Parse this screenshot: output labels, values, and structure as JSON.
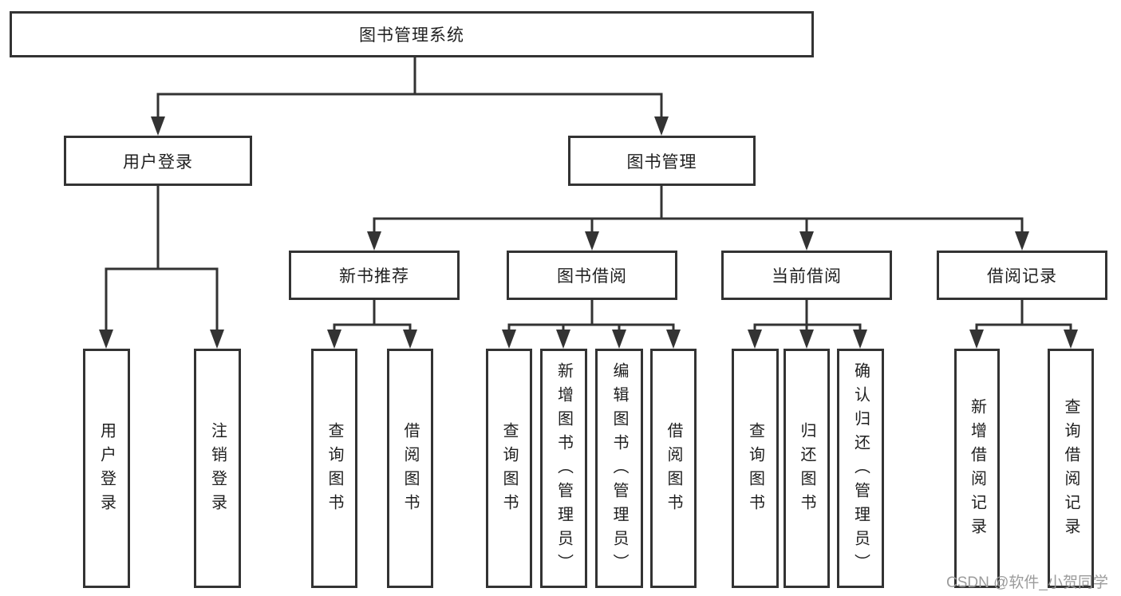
{
  "diagram": {
    "title": "图书管理系统",
    "branches": [
      {
        "label": "用户登录",
        "children": [
          "用户登录",
          "注销登录"
        ]
      },
      {
        "label": "图书管理",
        "sections": [
          {
            "label": "新书推荐",
            "children": [
              "查询图书",
              "借阅图书"
            ]
          },
          {
            "label": "图书借阅",
            "children": [
              "查询图书",
              "新增图书（管理员）",
              "编辑图书（管理员）",
              "借阅图书"
            ]
          },
          {
            "label": "当前借阅",
            "children": [
              "查询图书",
              "归还图书",
              "确认归还（管理员）"
            ]
          },
          {
            "label": "借阅记录",
            "children": [
              "新增借阅记录",
              "查询借阅记录"
            ]
          }
        ]
      }
    ]
  },
  "watermark": "CSDN @软件_小贺同学",
  "colors": {
    "line": "#333333",
    "text": "#1f1f1f",
    "watermark": "#9b9b9b",
    "background": "#ffffff"
  }
}
